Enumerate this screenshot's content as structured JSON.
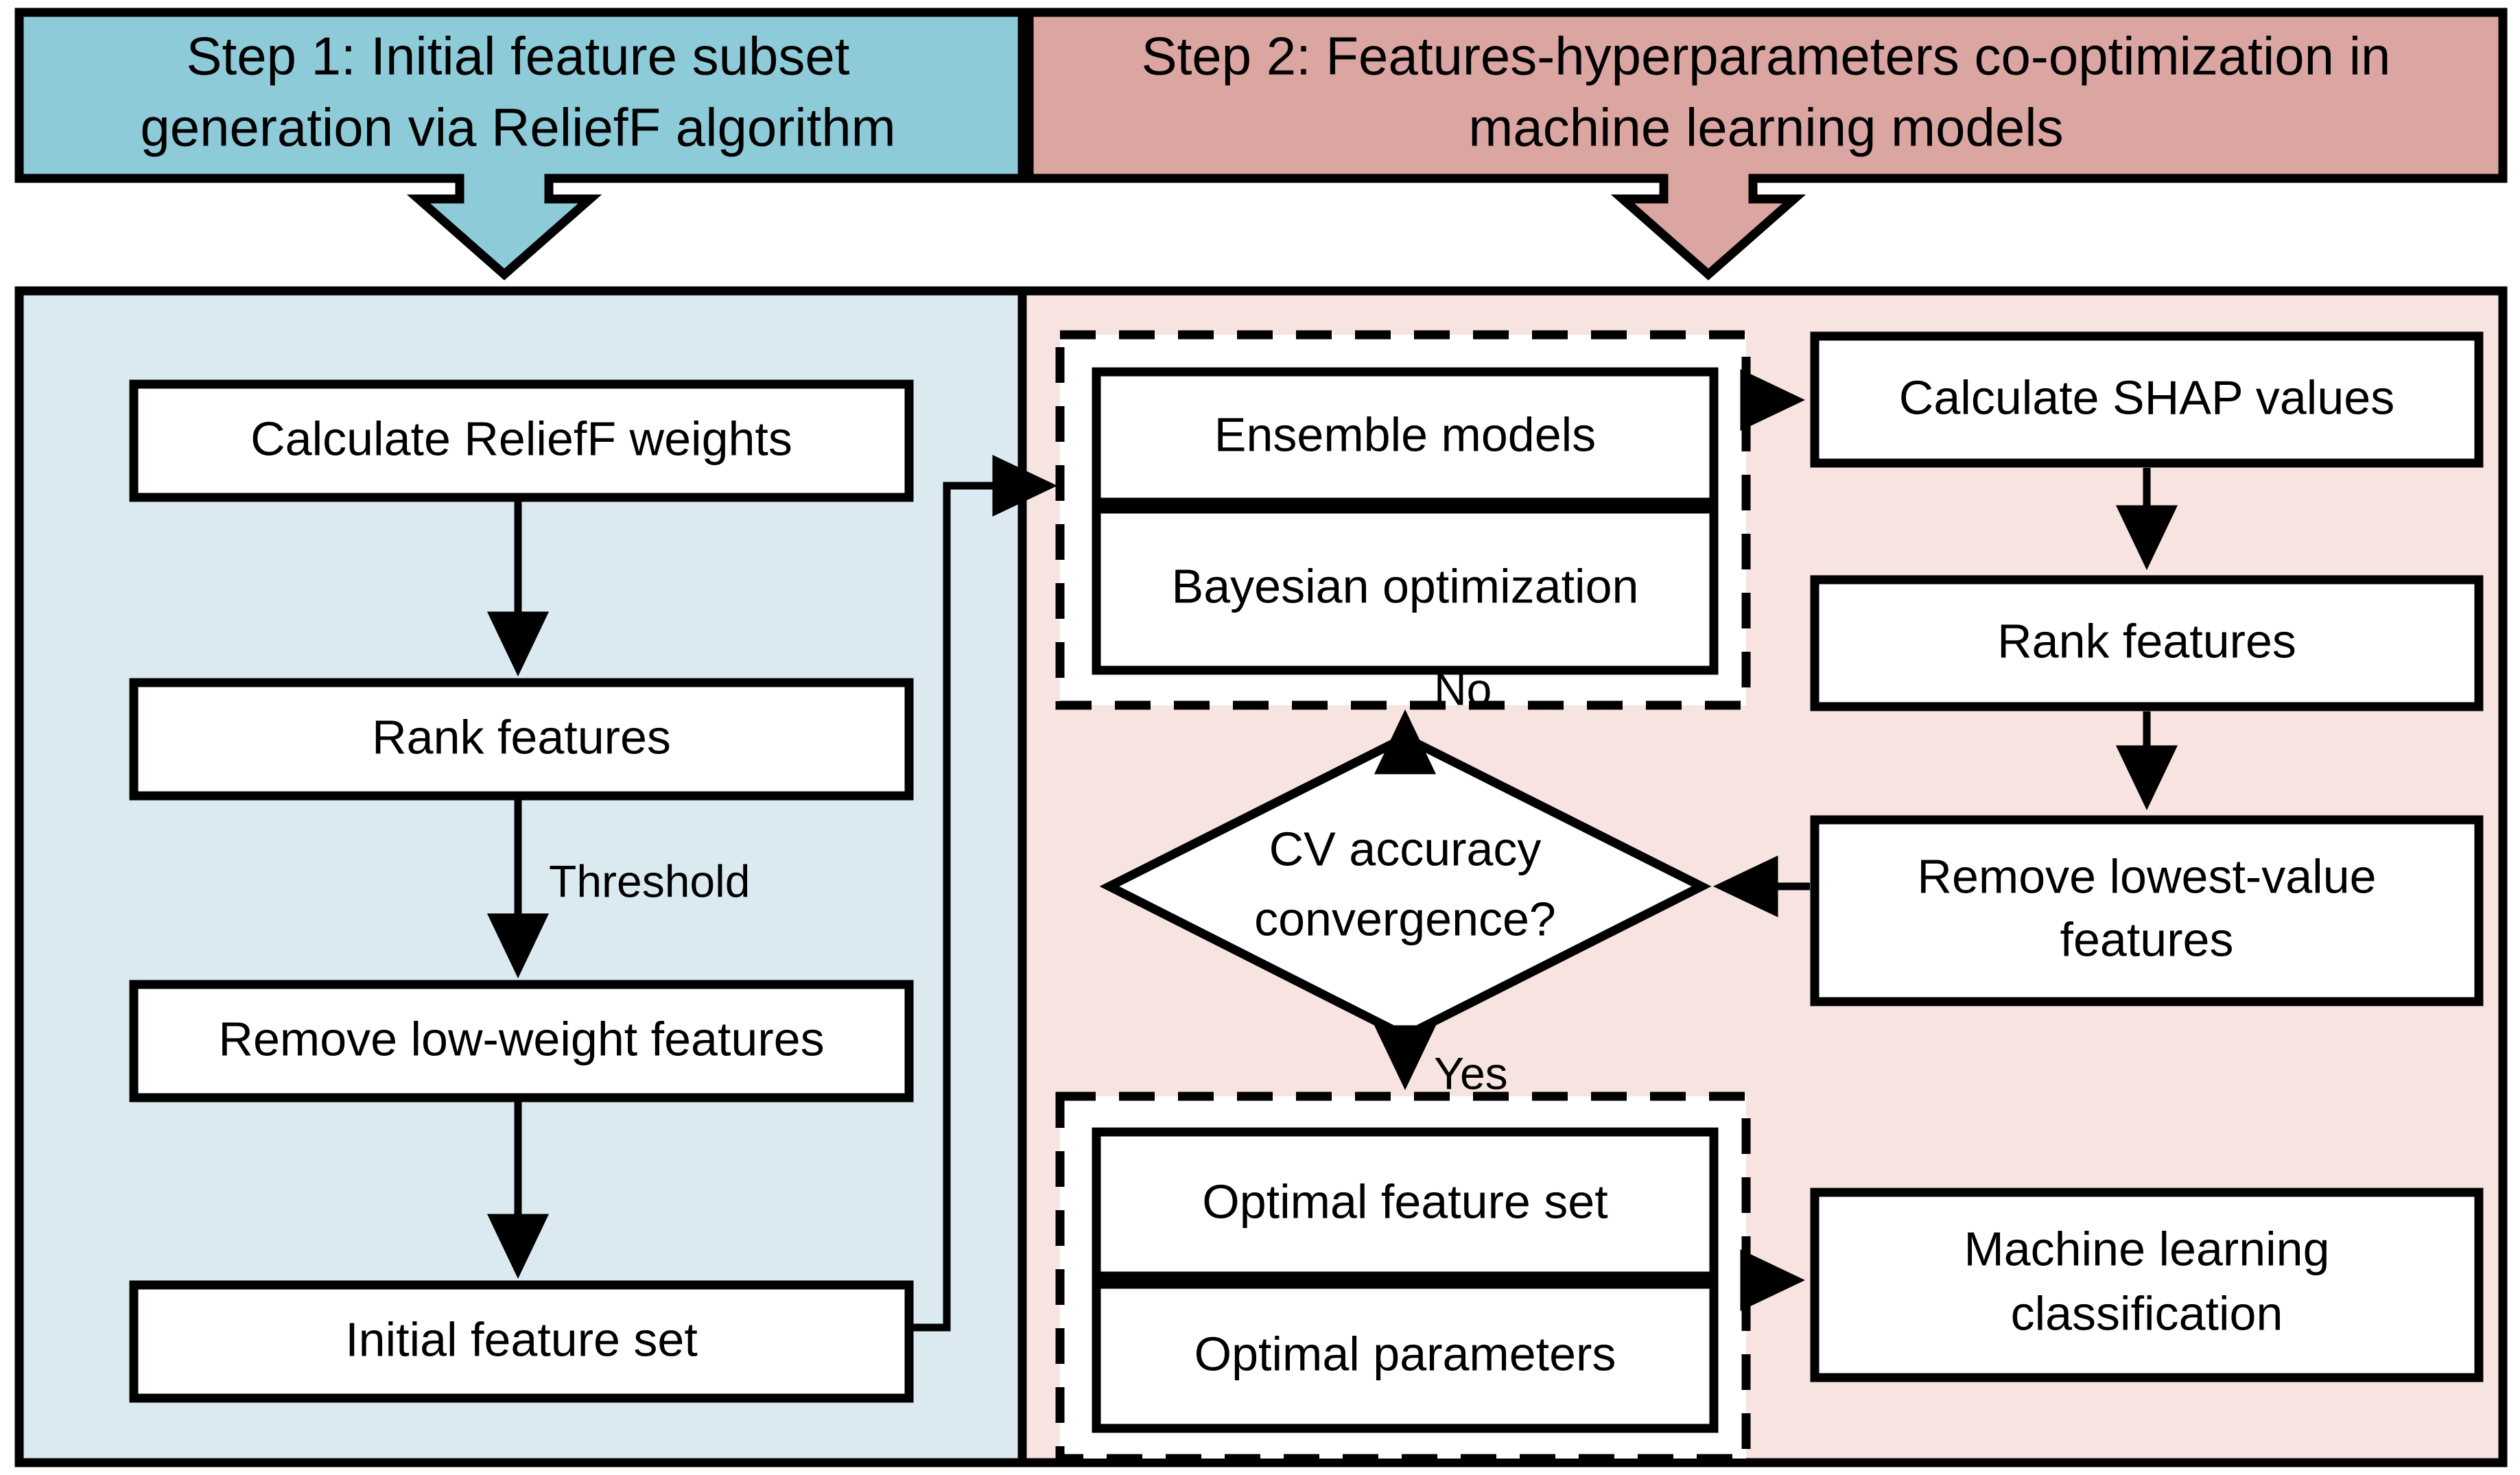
{
  "diagram": {
    "title": "Two-step feature selection and machine learning optimization workflow",
    "colors": {
      "step1_header_fill": "#8ecbd9",
      "step2_header_fill": "#dba5a1",
      "step1_panel_fill": "#dbeaf1",
      "step2_panel_fill": "#f7e4e1",
      "node_fill": "#ffffff",
      "stroke": "#000000",
      "page_background": "#ffffff"
    },
    "headers": [
      {
        "id": "step1-header",
        "lines": [
          "Step 1: Initial feature subset",
          "generation via ReliefF algorithm"
        ],
        "fill": "#8ecbd9"
      },
      {
        "id": "step2-header",
        "lines": [
          "Step 2: Features-hyperparameters co-optimization in",
          "machine learning models"
        ],
        "fill": "#dba5a1"
      }
    ],
    "panels": [
      {
        "id": "step1-panel",
        "fill": "#dbeaf1"
      },
      {
        "id": "step2-panel",
        "fill": "#f7e4e1"
      }
    ],
    "step1_nodes": [
      {
        "id": "calculate-relieff-weights",
        "lines": [
          "Calculate ReliefF weights"
        ],
        "shape": "rect"
      },
      {
        "id": "rank-features-left",
        "lines": [
          "Rank features"
        ],
        "shape": "rect"
      },
      {
        "id": "remove-low-weight-features",
        "lines": [
          "Remove low-weight features"
        ],
        "shape": "rect"
      },
      {
        "id": "initial-feature-set",
        "lines": [
          "Initial feature set"
        ],
        "shape": "rect"
      }
    ],
    "step2_nodes": [
      {
        "id": "ensemble-models",
        "lines": [
          "Ensemble models"
        ],
        "shape": "rect",
        "group": "optimization-group"
      },
      {
        "id": "bayesian-optimization",
        "lines": [
          "Bayesian optimization"
        ],
        "shape": "rect",
        "group": "optimization-group"
      },
      {
        "id": "calculate-shap-values",
        "lines": [
          "Calculate SHAP values"
        ],
        "shape": "rect"
      },
      {
        "id": "rank-features-right",
        "lines": [
          "Rank features"
        ],
        "shape": "rect"
      },
      {
        "id": "remove-lowest-value-features",
        "lines": [
          "Remove lowest-value",
          "features"
        ],
        "shape": "rect"
      },
      {
        "id": "cv-accuracy-convergence",
        "lines": [
          "CV accuracy",
          "convergence?"
        ],
        "shape": "diamond"
      },
      {
        "id": "optimal-feature-set",
        "lines": [
          "Optimal feature set"
        ],
        "shape": "rect",
        "group": "result-group"
      },
      {
        "id": "optimal-parameters",
        "lines": [
          "Optimal parameters"
        ],
        "shape": "rect",
        "group": "result-group"
      },
      {
        "id": "machine-learning-classification",
        "lines": [
          "Machine learning",
          "classification"
        ],
        "shape": "rect"
      }
    ],
    "edge_labels": [
      {
        "id": "threshold-label",
        "text": "Threshold"
      },
      {
        "id": "no-label",
        "text": "No"
      },
      {
        "id": "yes-label",
        "text": "Yes"
      }
    ]
  }
}
